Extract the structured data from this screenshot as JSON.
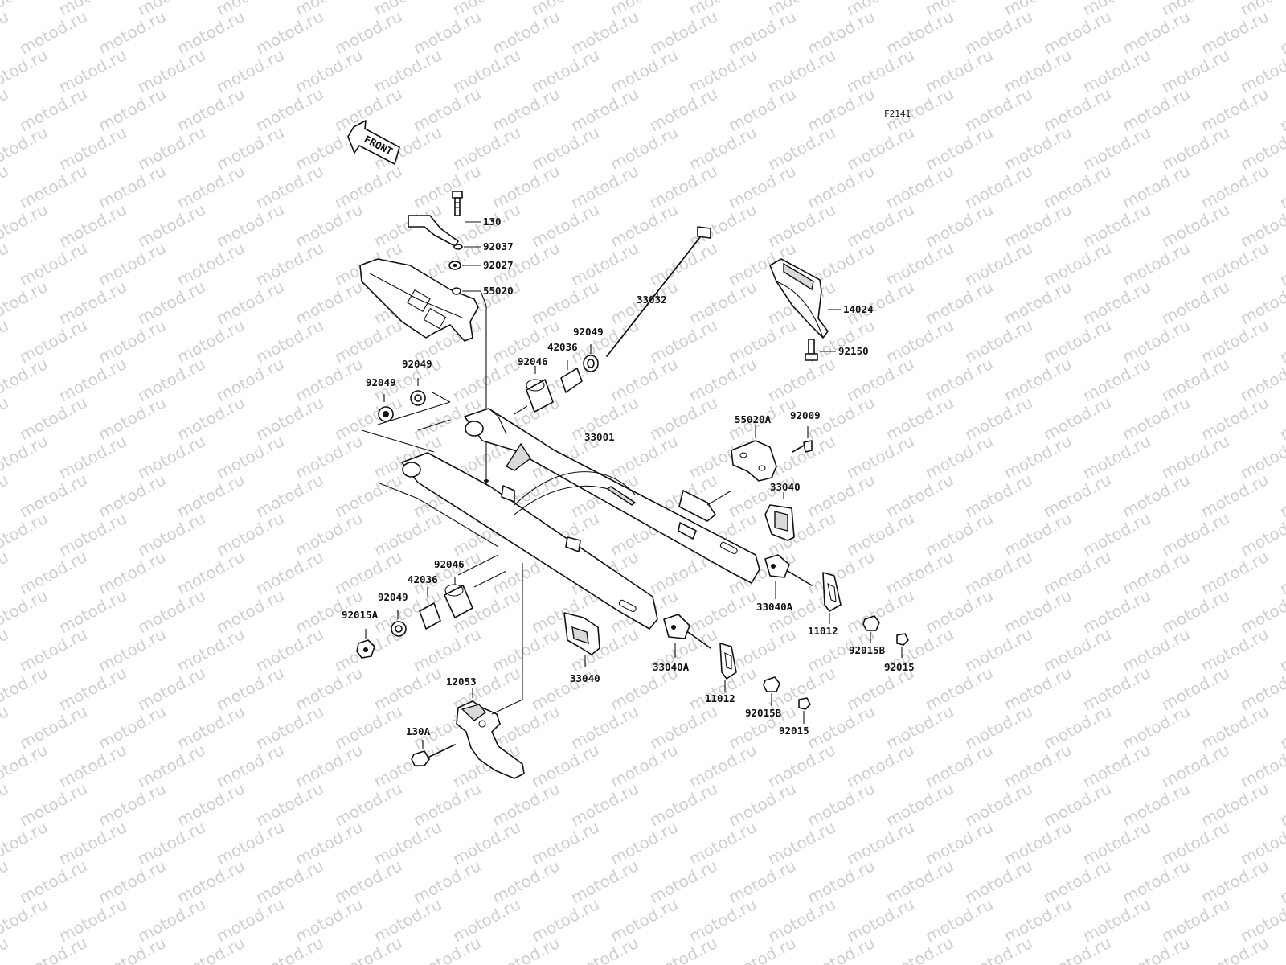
{
  "diagram": {
    "figure_code": "F2141",
    "front_label": "FRONT",
    "watermark": "motod.ru",
    "labels": {
      "p130": "130",
      "p92037": "92037",
      "p92027": "92027",
      "p55020": "55020",
      "p33032": "33032",
      "p14024": "14024",
      "p92150": "92150",
      "p92049_top": "92049",
      "p42036_top": "42036",
      "p92046_top": "92046",
      "p92049_left_a": "92049",
      "p92049_left_b": "92049",
      "p33001": "33001",
      "p55020A": "55020A",
      "p92009": "92009",
      "p33040_right": "33040",
      "p33040A_right": "33040A",
      "p11012_right": "11012",
      "p92015B_right": "92015B",
      "p92015_right": "92015",
      "p92046_low": "92046",
      "p42036_low": "42036",
      "p92049_low": "92049",
      "p92015A": "92015A",
      "p33040_mid": "33040",
      "p33040A_mid": "33040A",
      "p11012_mid": "11012",
      "p92015B_mid": "92015B",
      "p92015_mid": "92015",
      "p12053": "12053",
      "p130A": "130A"
    }
  }
}
